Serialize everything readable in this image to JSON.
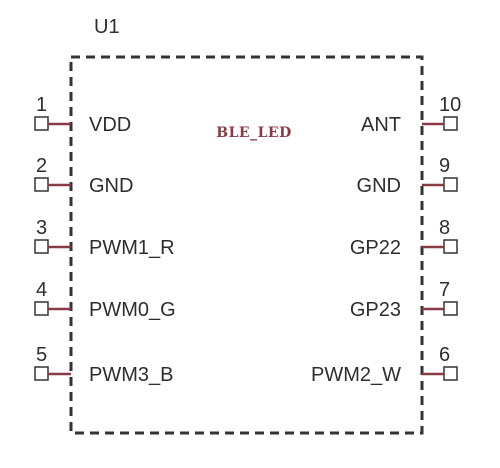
{
  "component": {
    "reference": "U1",
    "part_name": "BLE_LED",
    "colors": {
      "outline": "#333333",
      "pin_line": "#8a3a44",
      "text": "#2e2e2e",
      "part_name": "#8a3a44"
    }
  },
  "pins": {
    "left": [
      {
        "number": "1",
        "name": "VDD"
      },
      {
        "number": "2",
        "name": "GND"
      },
      {
        "number": "3",
        "name": "PWM1_R"
      },
      {
        "number": "4",
        "name": "PWM0_G"
      },
      {
        "number": "5",
        "name": "PWM3_B"
      }
    ],
    "right": [
      {
        "number": "10",
        "name": "ANT"
      },
      {
        "number": "9",
        "name": "GND"
      },
      {
        "number": "8",
        "name": "GP22"
      },
      {
        "number": "7",
        "name": "GP23"
      },
      {
        "number": "6",
        "name": "PWM2_W"
      }
    ]
  }
}
